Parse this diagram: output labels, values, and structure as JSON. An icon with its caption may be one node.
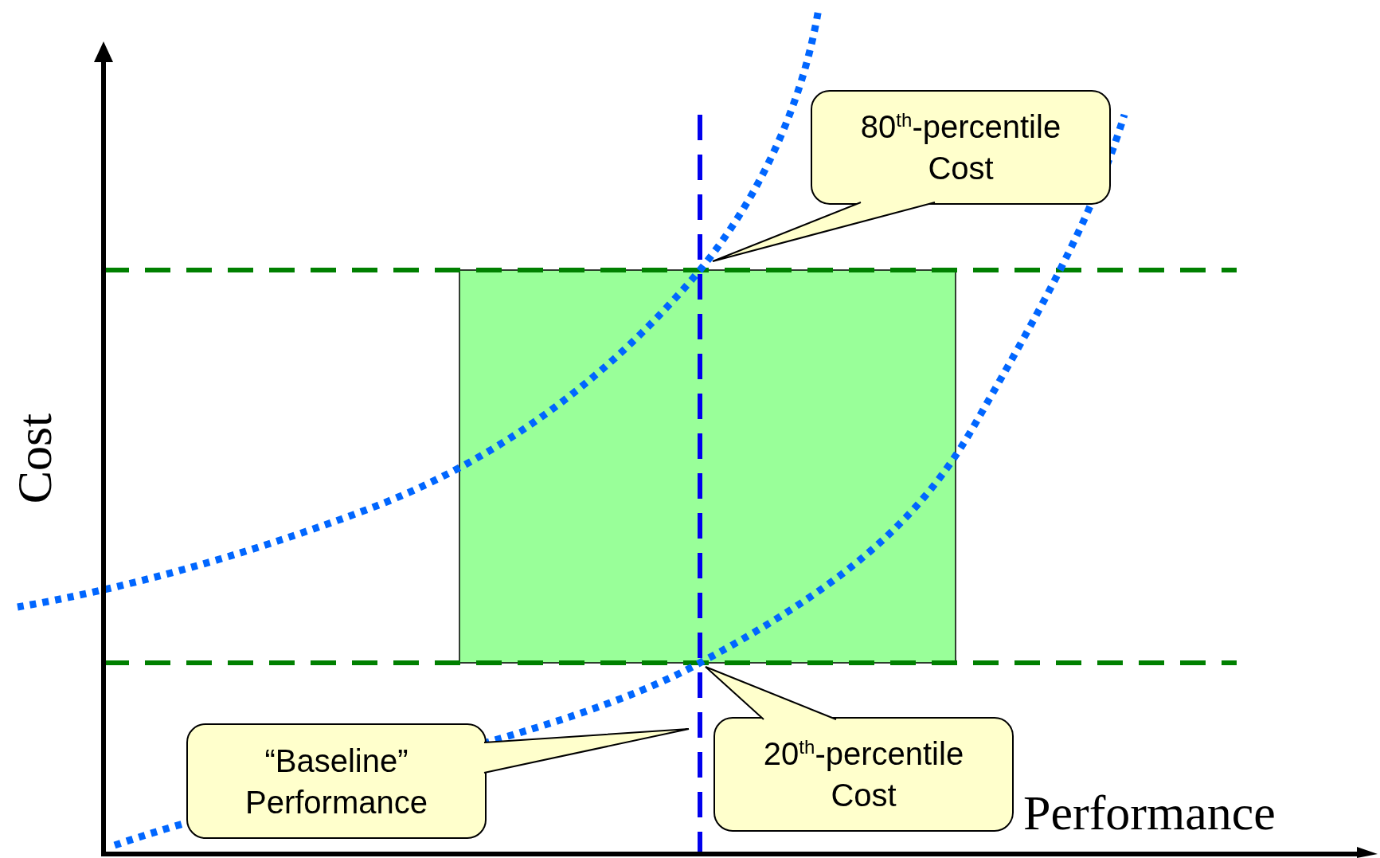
{
  "diagram": {
    "nodes": [
      {
        "text": [
          "80$^{th}$-percentile Cost"
        ]
      },
      {
        "text": [
          "“Baseline” Performance"
        ]
      },
      {
        "text": [
          "20$^{th}$-percentile Cost"
        ]
      }
    ],
    "edges": [
      {
        "from": 0,
        "to": null,
        "arrow": "none"
      },
      {
        "from": 1,
        "to": null,
        "arrow": "none"
      },
      {
        "from": 2,
        "to": null,
        "arrow": "none"
      }
    ],
    "labels": [
      "Cost",
      "Performance"
    ]
  }
}
